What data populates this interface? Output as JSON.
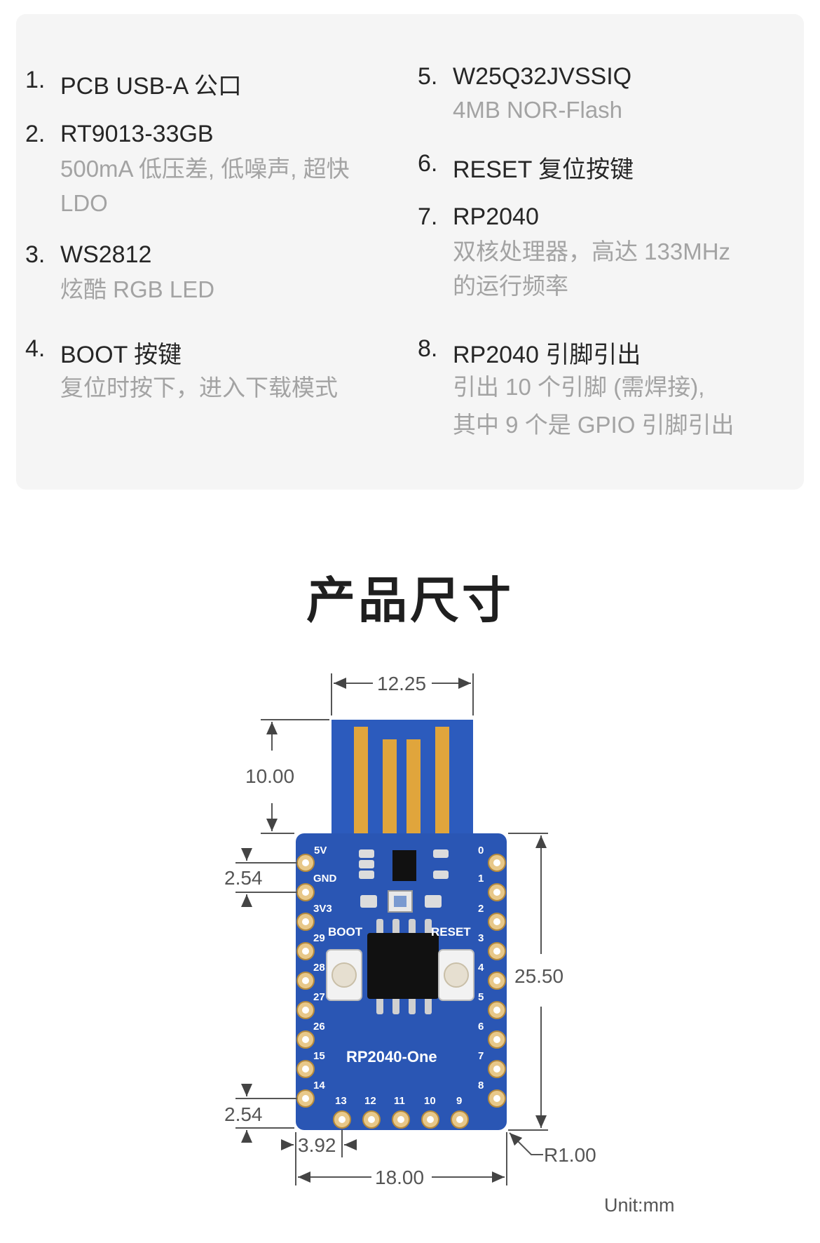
{
  "features": [
    {
      "num": "1.",
      "title": "PCB USB-A 公口",
      "desc": []
    },
    {
      "num": "2.",
      "title": "RT9013-33GB",
      "desc": [
        "500mA 低压差, 低噪声, 超快",
        "LDO"
      ]
    },
    {
      "num": "3.",
      "title": "WS2812",
      "desc": [
        "炫酷 RGB LED"
      ]
    },
    {
      "num": "4.",
      "title": "BOOT 按键",
      "desc": [
        "复位时按下，进入下载模式"
      ]
    },
    {
      "num": "5.",
      "title": "W25Q32JVSSIQ",
      "desc": [
        "4MB NOR-Flash"
      ]
    },
    {
      "num": "6.",
      "title": "RESET 复位按键",
      "desc": []
    },
    {
      "num": "7.",
      "title": "RP2040",
      "desc": [
        "双核处理器，高达 133MHz",
        "的运行频率"
      ]
    },
    {
      "num": "8.",
      "title": "RP2040 引脚引出",
      "desc": [
        "引出 10 个引脚 (需焊接),",
        "其中 9 个是 GPIO 引脚引出"
      ]
    }
  ],
  "section_title": "产品尺寸",
  "dimensions": {
    "plug_width": "12.25",
    "plug_length": "10.00",
    "pin_pitch_top": "2.54",
    "pin_pitch_bottom": "2.54",
    "board_length": "25.50",
    "pin_offset": "3.92",
    "board_width": "18.00",
    "corner_radius": "R1.00",
    "unit": "Unit:mm"
  },
  "board": {
    "name": "RP2040-One",
    "boot_label": "BOOT",
    "reset_label": "RESET",
    "left_pins": [
      "5V",
      "GND",
      "3V3",
      "29",
      "28",
      "27",
      "26",
      "15",
      "14"
    ],
    "right_pins": [
      "0",
      "1",
      "2",
      "3",
      "4",
      "5",
      "6",
      "7",
      "8"
    ],
    "bottom_pins": [
      "13",
      "12",
      "11",
      "10",
      "9"
    ]
  },
  "colors": {
    "pcb": "#2a56b4",
    "gold": "#e0a53c",
    "card": "#f5f5f5"
  }
}
